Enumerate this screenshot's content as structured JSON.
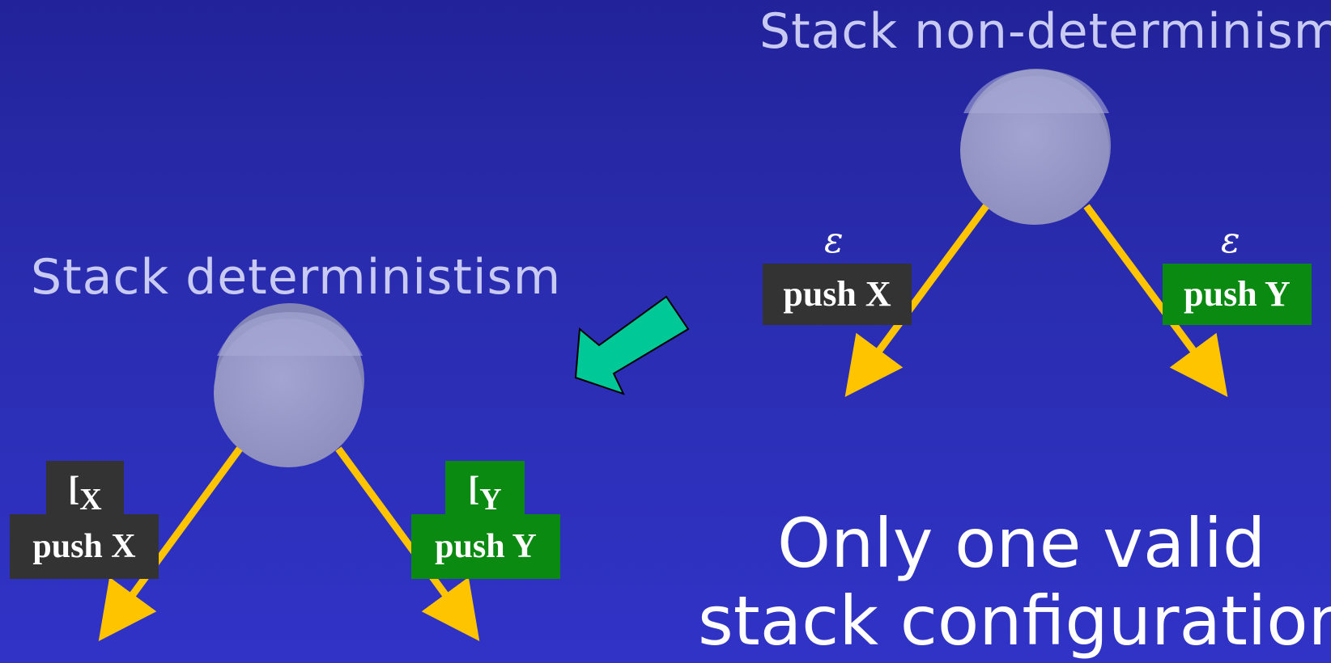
{
  "headings": {
    "nondeterminism": "Stack non-determinism",
    "determinism": "Stack deterministism"
  },
  "nondet_labels": {
    "left_epsilon": "ε",
    "left_action": "push X",
    "right_epsilon": "ε",
    "right_action": "push Y"
  },
  "det_labels": {
    "left_call": "[",
    "left_call_sub": "X",
    "left_action": "push X",
    "right_call": "[",
    "right_call_sub": "Y",
    "right_action": "push Y"
  },
  "conclusion": {
    "line1": "Only one valid",
    "line2": "stack configuration"
  },
  "colors": {
    "edge": "#ffc400",
    "state_fill": "#9a9bc8",
    "arrow_fill": "#00c896",
    "dark_label": "#333333",
    "green_label": "#0b8a12"
  }
}
